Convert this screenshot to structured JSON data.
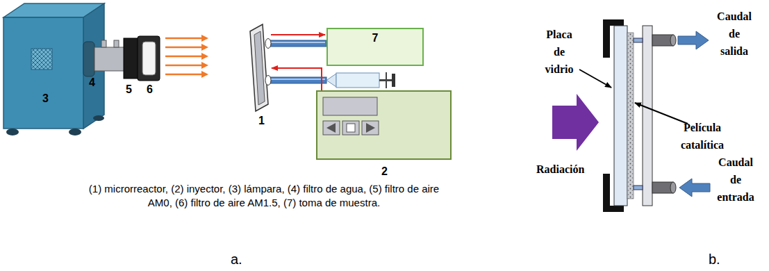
{
  "diagram": {
    "nodes": [
      {
        "text": [
          "3"
        ]
      },
      {
        "text": [
          "1"
        ]
      },
      {
        "text": [
          "7"
        ]
      },
      {
        "text": [
          "2"
        ]
      }
    ],
    "edges": [
      {
        "from": 1,
        "to": 2,
        "arrow": "to"
      },
      {
        "from": 3,
        "to": 1,
        "arrow": "to"
      }
    ],
    "labels": [
      "4",
      "5",
      "6",
      "(1) microrreactor, (2) inyector, (3) lámpara, (4) filtro de agua, (5) filtro de aire AM0, (6) filtro de aire AM1.5, (7) toma de muestra.",
      "a.",
      "Placa de vidrio",
      "Radiación",
      "Película catalítica",
      "Caudal de salida",
      "Caudal de entrada",
      "b."
    ]
  }
}
